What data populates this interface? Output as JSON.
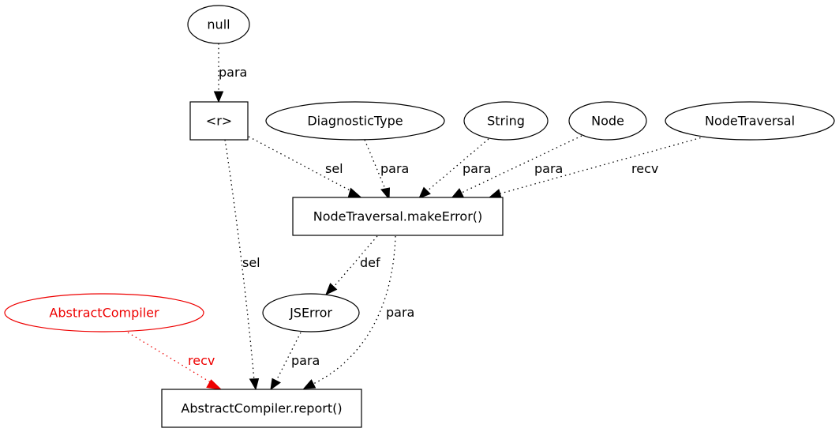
{
  "colors": {
    "default": "#000000",
    "highlight": "#ee0000"
  },
  "nodes": {
    "null": "null",
    "r": "<r>",
    "diagnostic_type": "DiagnosticType",
    "string": "String",
    "node": "Node",
    "node_traversal": "NodeTraversal",
    "make_error": "NodeTraversal.makeError()",
    "js_error": "JSError",
    "abstract_compiler": "AbstractCompiler",
    "report": "AbstractCompiler.report()"
  },
  "edges": {
    "null_to_r": "para",
    "r_to_make_error": "sel",
    "diagnostic_type_to_make_error": "para",
    "string_to_make_error": "para",
    "node_to_make_error": "para",
    "node_traversal_to_make_error": "recv",
    "r_to_report": "sel",
    "make_error_to_js_error": "def",
    "make_error_to_report": "para",
    "js_error_to_report": "para",
    "abstract_compiler_to_report": "recv"
  }
}
